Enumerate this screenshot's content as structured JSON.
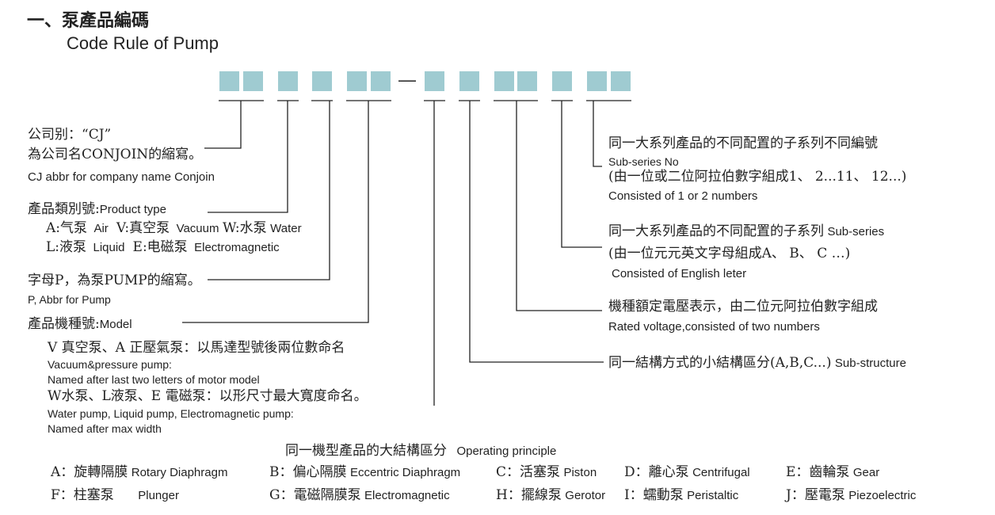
{
  "colors": {
    "code_square": "#9fcbd1",
    "line": "#222222"
  },
  "title": {
    "cn": "一、泵產品編碼",
    "en": "Code  Rule of Pump"
  },
  "code_dash": "—",
  "left": {
    "company": {
      "cn1": "公司别：“CJ”",
      "cn2": "為公司名CONJOIN的縮寫。",
      "en": "CJ  abbr   for company name Conjoin"
    },
    "type": {
      "cn": "產品類別號:",
      "en": "Product type",
      "l1_a_cn": "A:气泵",
      "l1_a_en": "Air",
      "l1_v_cn": "V:真空泵",
      "l1_v_en": "Vacuum",
      "l1_w_cn": "W:水泵",
      "l1_w_en": "Water",
      "l2_l_cn": "L:液泵",
      "l2_l_en": "Liquid",
      "l2_e_cn": "E:电磁泵",
      "l2_e_en": "Electromagnetic"
    },
    "pump": {
      "cn": "字母P，為泵PUMP的縮寫。",
      "en": "P, Abbr for Pump"
    },
    "model": {
      "cn": "產品機種號:",
      "en": "Model",
      "v_line_cn": "V 真空泵、A 正壓氣泵：以馬達型號後兩位數命名",
      "v_en1": "Vacuum&pressure pump:",
      "v_en2": "Named after last two letters of motor model",
      "w_line_cn": "W水泵、L液泵、E 電磁泵：以形尺寸最大寬度命名。",
      "w_en1": "Water pump, Liquid pump, Electromagnetic pump:",
      "w_en2": "Named after max width"
    }
  },
  "right": {
    "subno": {
      "cn": "同一大系列產品的不同配置的子系列不同編號",
      "en": "Sub-series   No",
      "cn2": "(由一位或二位阿拉伯數字組成1、 2...11、 12...)",
      "en2": "Consisted of 1 or 2 numbers"
    },
    "subseries": {
      "cn": "同一大系列產品的不同配置的子系列",
      "en": "Sub-series",
      "cn2": "(由一位元元英文字母組成A、 B、 C   …)",
      "en2": "Consisted of English leter"
    },
    "voltage": {
      "cn": "機種額定電壓表示，由二位元阿拉伯數字組成",
      "en": "Rated voltage,consisted of two numbers"
    },
    "substructure": {
      "cn": "同一結構方式的小結構區分(A,B,C...)",
      "en": "Sub-structure"
    }
  },
  "operating": {
    "cn": "同一機型產品的大結構區分",
    "en": "Operating principle"
  },
  "legend": {
    "row1": [
      {
        "code": "A：",
        "cn": "旋轉隔膜",
        "en": "Rotary Diaphragm"
      },
      {
        "code": "B：",
        "cn": "偏心隔膜",
        "en": "Eccentric Diaphragm"
      },
      {
        "code": "C：",
        "cn": "活塞泵",
        "en": "Piston"
      },
      {
        "code": "D：",
        "cn": "離心泵",
        "en": "Centrifugal"
      },
      {
        "code": "E：",
        "cn": "齒輪泵",
        "en": "Gear"
      }
    ],
    "row2": [
      {
        "code": "F：",
        "cn": "柱塞泵",
        "en": "Plunger"
      },
      {
        "code": "G：",
        "cn": "電磁隔膜泵",
        "en": "Electromagnetic"
      },
      {
        "code": "H：",
        "cn": "擺線泵",
        "en": "Gerotor"
      },
      {
        "code": "I：",
        "cn": "蠕動泵",
        "en": "Peristaltic"
      },
      {
        "code": "J：",
        "cn": "壓電泵",
        "en": "Piezoelectric"
      }
    ]
  }
}
